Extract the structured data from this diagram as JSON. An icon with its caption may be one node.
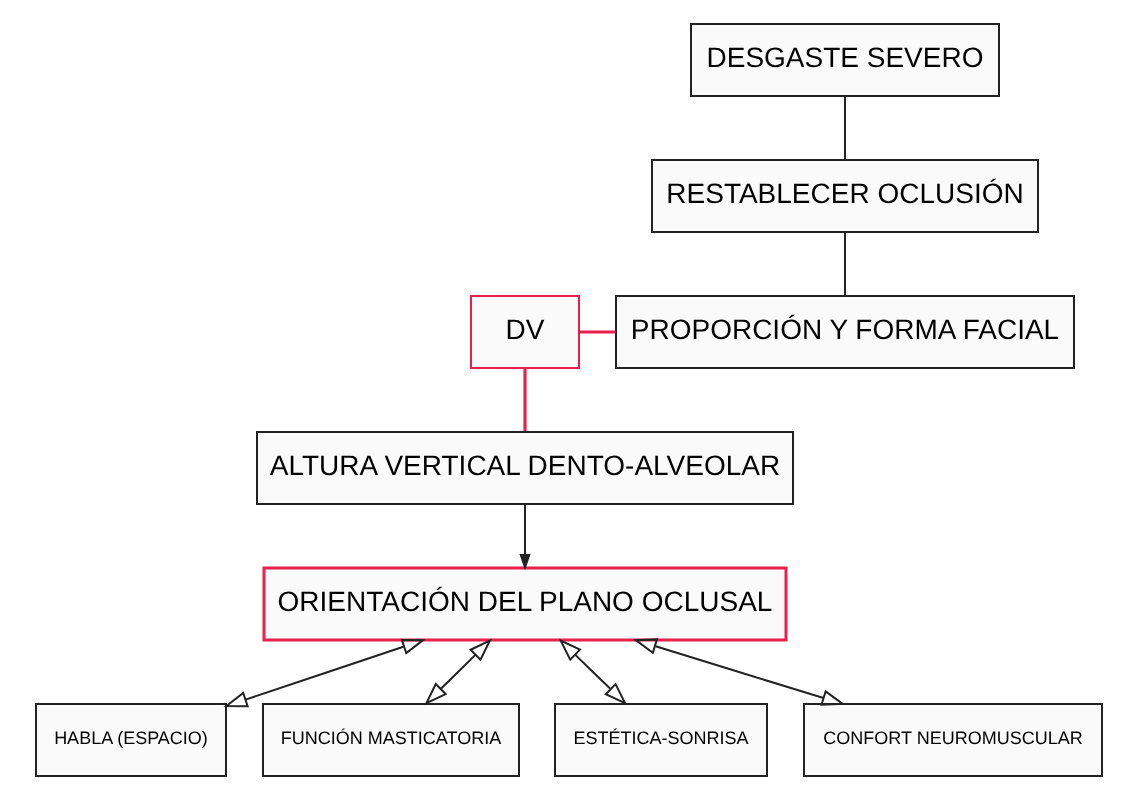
{
  "diagram": {
    "nodes": [
      {
        "text": [
          "DESGASTE SEVERO"
        ]
      },
      {
        "text": [
          "RESTABLECER OCLUSIÓN"
        ]
      },
      {
        "text": [
          "PROPORCIÓN Y FORMA FACIAL"
        ]
      },
      {
        "text": [
          "ALTURA VERTICAL DENTO-ALVEOLAR"
        ]
      },
      {
        "text": [
          "DV"
        ]
      },
      {
        "text": [
          "ORIENTACIÓN DEL PLANO OCLUSAL"
        ]
      },
      {
        "text": [
          "HABLA (ESPACIO)"
        ]
      },
      {
        "text": [
          "FUNCIÓN MASTICATORIA"
        ]
      },
      {
        "text": [
          "ESTÉTICA-SONRISA"
        ]
      },
      {
        "text": [
          "CONFORT NEUROMUSCULAR"
        ]
      }
    ],
    "edges": [
      {
        "from": 0,
        "to": 1,
        "arrow": "none"
      },
      {
        "from": 1,
        "to": 2,
        "arrow": "none"
      },
      {
        "from": 4,
        "to": 2,
        "arrow": "none",
        "color": "#e8204a"
      },
      {
        "from": 4,
        "to": 3,
        "arrow": "none",
        "color": "#e8204a"
      },
      {
        "from": 3,
        "to": 5,
        "arrow": "to"
      },
      {
        "from": 5,
        "to": 6,
        "arrow": "both"
      },
      {
        "from": 5,
        "to": 7,
        "arrow": "both"
      },
      {
        "from": 5,
        "to": 8,
        "arrow": "both"
      },
      {
        "from": 5,
        "to": 9,
        "arrow": "both"
      }
    ]
  }
}
